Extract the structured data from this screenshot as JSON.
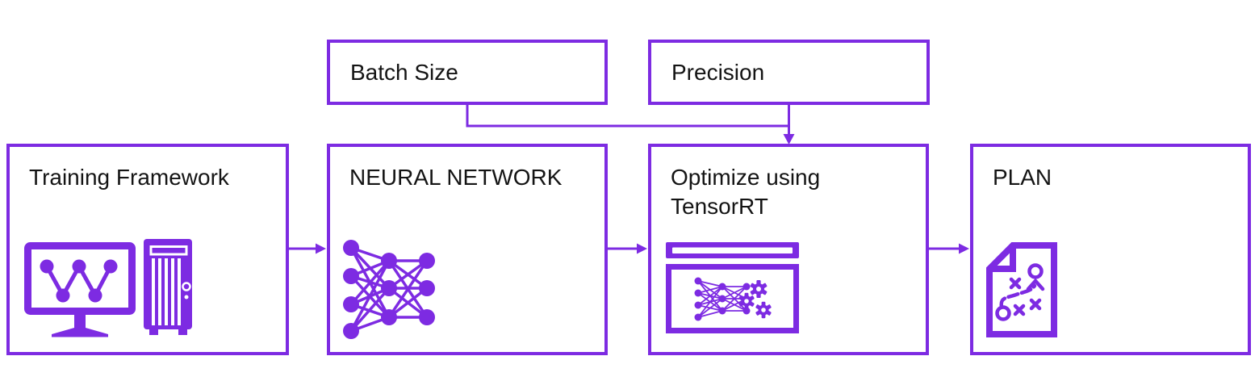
{
  "colors": {
    "accent": "#7d2be2",
    "text": "#141414",
    "background": "#ffffff"
  },
  "params": {
    "batch_size": {
      "label": "Batch Size"
    },
    "precision": {
      "label": "Precision"
    }
  },
  "stages": {
    "training": {
      "label": "Training Framework",
      "icon": "training-framework-icon"
    },
    "neural_network": {
      "label": "NEURAL NETWORK",
      "icon": "neural-network-icon"
    },
    "optimize": {
      "label": "Optimize using TensorRT",
      "icon": "tensorrt-optimizer-icon"
    },
    "plan": {
      "label": "PLAN",
      "icon": "plan-document-icon"
    }
  },
  "connectors": {
    "flow": [
      "training-to-neural-network",
      "neural-network-to-optimize",
      "optimize-to-plan"
    ],
    "param_merge": "batch-size-and-precision-to-optimize"
  }
}
